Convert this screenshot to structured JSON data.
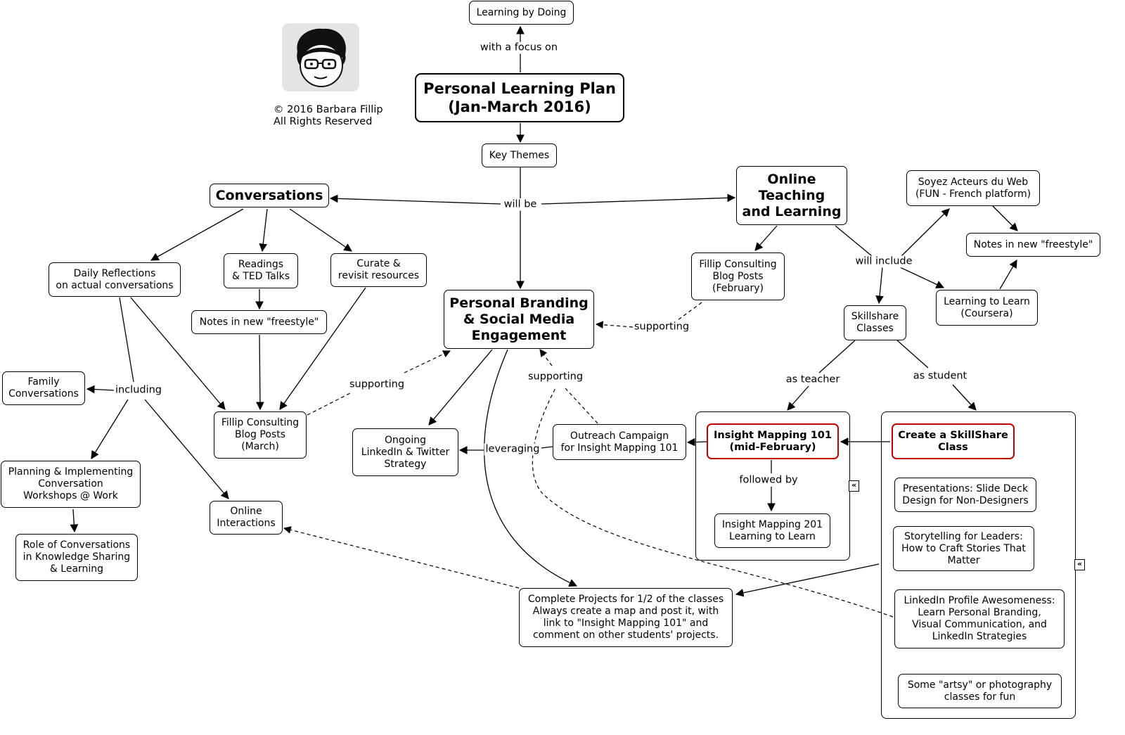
{
  "nodes": {
    "learning_by_doing": "Learning by Doing",
    "plan": "Personal Learning Plan\n(Jan-March 2016)",
    "key_themes": "Key Themes",
    "conversations": "Conversations",
    "online_teaching": "Online\nTeaching\nand Learning",
    "soyez": "Soyez Acteurs du Web\n(FUN - French platform)",
    "notes_freestyle_right": "Notes in new \"freestyle\"",
    "learning_to_learn": "Learning to Learn\n(Coursera)",
    "fillip_feb": "Fillip Consulting\nBlog Posts\n(February)",
    "skillshare": "Skillshare\nClasses",
    "daily_reflections": "Daily Reflections\non actual conversations",
    "readings": "Readings\n& TED Talks",
    "curate": "Curate &\nrevisit resources",
    "notes_freestyle_left": "Notes in new \"freestyle\"",
    "personal_branding": "Personal Branding\n& Social Media\nEngagement",
    "family": "Family\nConversations",
    "fillip_march": "Fillip Consulting\nBlog Posts\n(March)",
    "ongoing": "Ongoing\nLinkedIn & Twitter\nStrategy",
    "outreach": "Outreach Campaign\nfor Insight Mapping 101",
    "insight_101": "Insight Mapping 101\n(mid-February)",
    "insight_201": "Insight Mapping 201\nLearning to Learn",
    "create_class": "Create a SkillShare\nClass",
    "presentations": "Presentations: Slide Deck\nDesign for Non-Designers",
    "storytelling": "Storytelling for Leaders:\nHow to Craft Stories That\nMatter",
    "linkedin_profile": "LinkedIn Profile Awesomeness:\nLearn Personal Branding,\nVisual Communication, and\nLinkedIn Strategies",
    "artsy": "Some \"artsy\" or photography\nclasses for fun",
    "planning": "Planning & Implementing\nConversation\nWorkshops @ Work",
    "online_interactions": "Online\nInteractions",
    "role": "Role of Conversations\nin Knowledge Sharing\n& Learning",
    "complete_projects": "Complete Projects for 1/2 of the classes\nAlways create a map and post it, with\nlink to \"Insight Mapping 101\" and\ncomment on other students' projects."
  },
  "link_labels": {
    "with_focus": "with a focus on",
    "will_be": "will be",
    "will_include": "will include",
    "supporting_right": "supporting",
    "supporting_left": "supporting",
    "supporting_mid": "supporting",
    "including": "including",
    "as_teacher": "as teacher",
    "as_student": "as student",
    "leveraging": "leveraging",
    "followed_by": "followed by"
  },
  "copyright": "© 2016 Barbara Fillip\nAll Rights Reserved",
  "collapse_glyph": "«",
  "colors": {
    "highlight_border": "#c00000",
    "line": "#000000"
  },
  "icons": {
    "avatar": "cartoon-face-with-glasses"
  }
}
